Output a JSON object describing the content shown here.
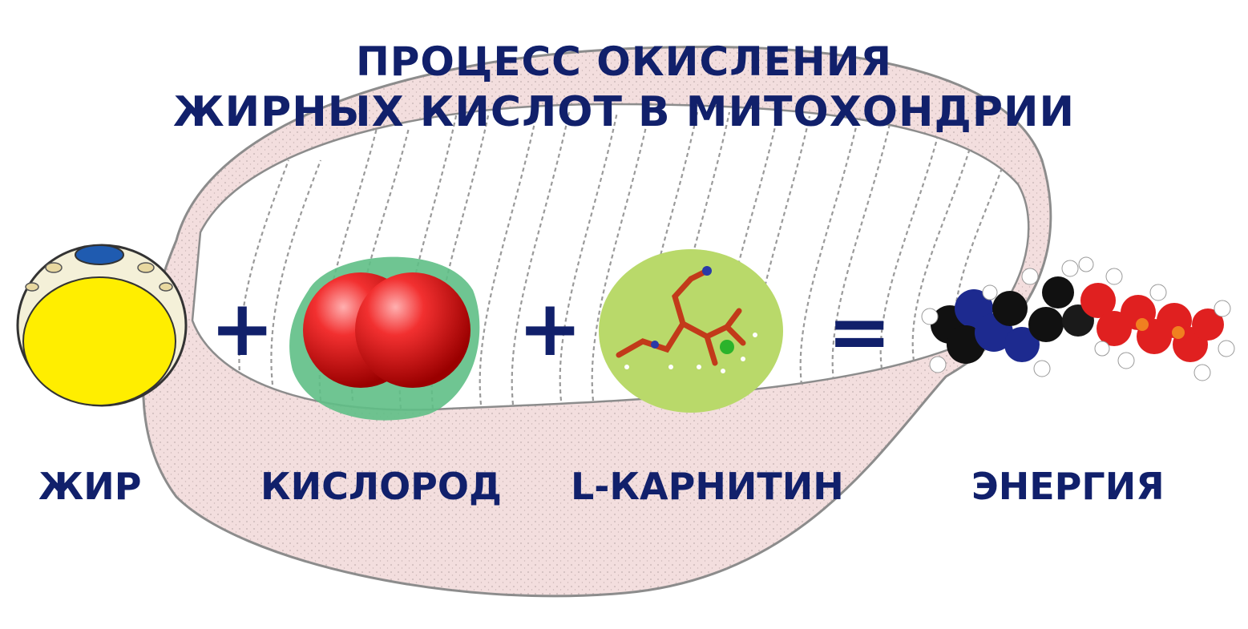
{
  "title": {
    "line1": "ПРОЦЕСС ОКИСЛЕНИЯ",
    "line2": "ЖИРНЫХ КИСЛОТ В МИТОХОНДРИИ"
  },
  "equation": {
    "terms": [
      {
        "id": "fat",
        "label": "ЖИР"
      },
      {
        "id": "oxygen",
        "label": "КИСЛОРОД"
      },
      {
        "id": "carnitine",
        "label": "L-КАРНИТИН"
      },
      {
        "id": "energy",
        "label": "ЭНЕРГИЯ"
      }
    ],
    "operators": [
      "+",
      "+",
      "="
    ]
  },
  "colors": {
    "text": "#11206b",
    "fat_yellow": "#ffee00",
    "oxygen_red": "#e81818",
    "oxygen_halo": "#5fbf86",
    "carnitine_bg": "#b9d96a",
    "membrane_pink": "#f3dede",
    "outline_gray": "#8c8c8c"
  },
  "icons": [
    "mitochondrion-illustration",
    "fat-cell-icon",
    "oxygen-molecule-icon",
    "carnitine-molecule-icon",
    "atp-molecule-icon"
  ]
}
